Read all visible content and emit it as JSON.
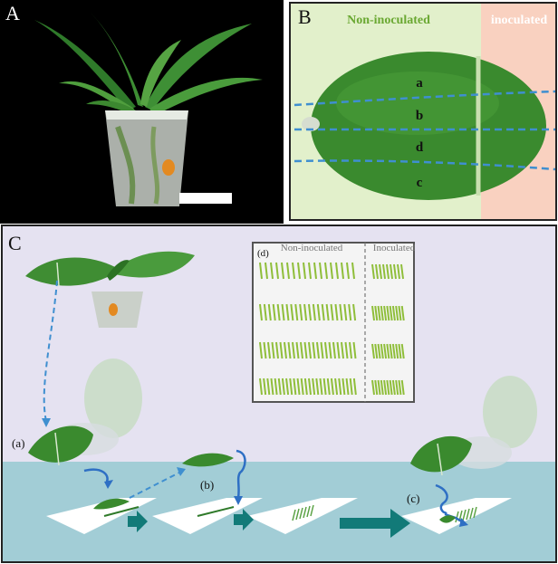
{
  "panels": {
    "a": {
      "label": "A"
    },
    "b": {
      "label": "B",
      "header_non": "Non-inoculated",
      "header_ino": "inoculated",
      "stripes": [
        "a",
        "b",
        "d",
        "c"
      ]
    },
    "c": {
      "label": "C",
      "steps": [
        "(a)",
        "(b)",
        "(c)"
      ],
      "inset_label": "(d)",
      "inset_non": "Non-inoculated",
      "inset_ino": "Inoculated"
    }
  },
  "colors": {
    "non_bg": "#e2f0cb",
    "ino_bg": "#f9d1c0",
    "header_green": "#6aa832",
    "header_orange": "#ffffff",
    "leaf": "#3a8a2e",
    "dashed": "#3f8fd0",
    "water": "#a2cdd6",
    "arrow": "#127a78",
    "lavender": "#e5e2f1"
  }
}
